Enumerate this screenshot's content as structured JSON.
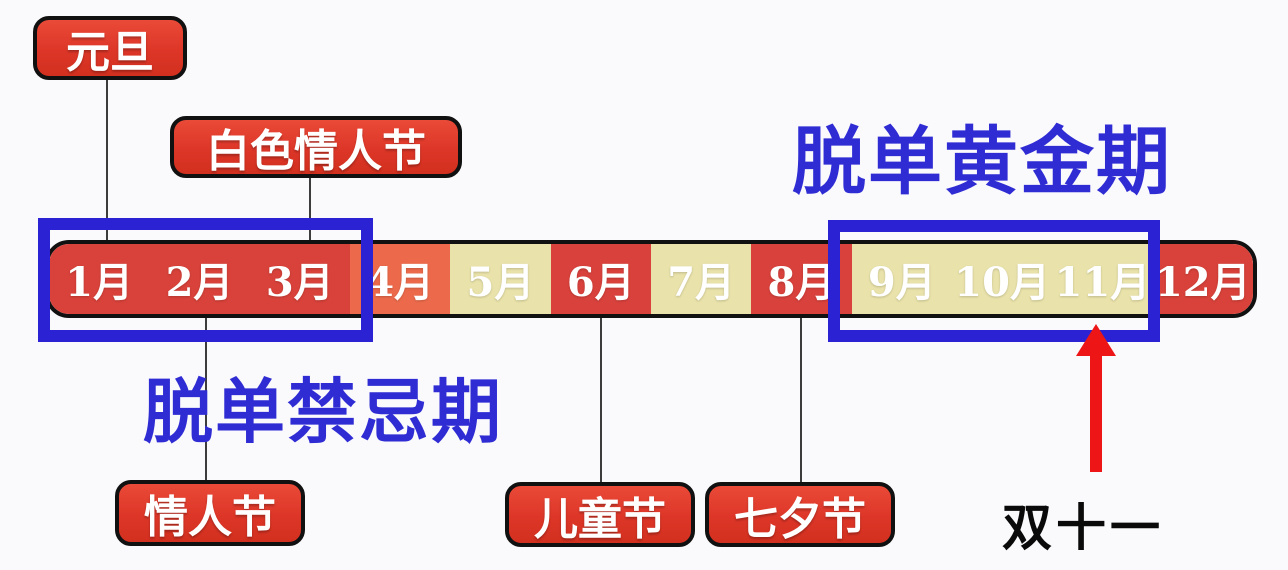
{
  "background_color": "#faf9fc",
  "titles": {
    "golden_period": {
      "label": "脱单黄金期",
      "color": "#2f2cd4"
    },
    "taboo_period": {
      "label": "脱单禁忌期",
      "color": "#2f2cd4"
    }
  },
  "timeline": {
    "months": [
      {
        "label": "1月",
        "color": "#d8423a",
        "period": "taboo"
      },
      {
        "label": "2月",
        "color": "#d8423a",
        "period": "taboo"
      },
      {
        "label": "3月",
        "color": "#d8423a",
        "period": "taboo"
      },
      {
        "label": "4月",
        "color": "#ec6a4b",
        "period": ""
      },
      {
        "label": "5月",
        "color": "#e9e2aa",
        "period": ""
      },
      {
        "label": "6月",
        "color": "#d9413c",
        "period": ""
      },
      {
        "label": "7月",
        "color": "#e9e2aa",
        "period": ""
      },
      {
        "label": "8月",
        "color": "#d9413c",
        "period": ""
      },
      {
        "label": "9月",
        "color": "#e9e2aa",
        "period": "golden"
      },
      {
        "label": "10月",
        "color": "#e9e2aa",
        "period": "golden"
      },
      {
        "label": "11月",
        "color": "#e9e2aa",
        "period": "golden"
      },
      {
        "label": "12月",
        "color": "#d8423a",
        "period": ""
      }
    ],
    "highlight_border_color": "#2b22d3",
    "bar_border_color": "#111111"
  },
  "holiday_labels": {
    "yuandan": {
      "label": "元旦",
      "connects_to": "1月"
    },
    "white_valentine": {
      "label": "白色情人节",
      "connects_to": "3月"
    },
    "valentine": {
      "label": "情人节",
      "connects_to": "2月"
    },
    "children": {
      "label": "儿童节",
      "connects_to": "6月"
    },
    "qixi": {
      "label": "七夕节",
      "connects_to": "8月"
    }
  },
  "annotation": {
    "double_eleven": {
      "label": "双十一",
      "points_to": "11月",
      "arrow_color": "#ed1515"
    }
  }
}
